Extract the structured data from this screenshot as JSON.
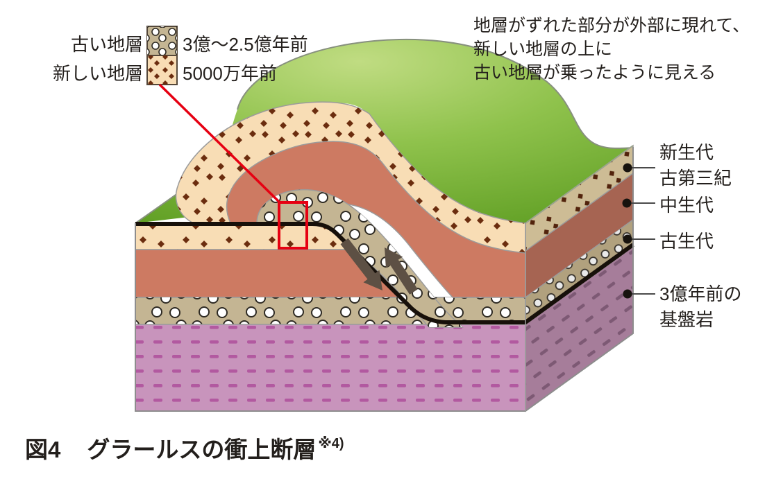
{
  "legend": {
    "old": {
      "label": "古い地層",
      "value": "3億〜2.5億年前"
    },
    "new": {
      "label": "新しい地層",
      "value": "5000万年前"
    }
  },
  "annotation": {
    "lines": [
      "地層がずれた部分が外部に現れて、",
      "新しい地層の上に",
      "古い地層が乗ったように見える"
    ]
  },
  "layer_labels": {
    "cenozoic": {
      "line1": "新生代",
      "line2": "古第三紀"
    },
    "mesozoic": "中生代",
    "paleozoic": "古生代",
    "basement": {
      "line1": "3億年前の",
      "line2": "基盤岩"
    }
  },
  "caption": {
    "figure_no": "図4",
    "title": "グラールスの衝上断層",
    "reference": "※4)"
  },
  "colors": {
    "highlight_red": "#e60012",
    "grass_green": "#8fc24c",
    "new_strata_cream": "#f8ddb5",
    "new_strata_diamond": "#6b2d0f",
    "old_strata_khaki": "#c4b593",
    "mesozoic_red": "#cd7a62",
    "basement_purple": "#c894bc",
    "side_cream": "#cdbc95",
    "side_red": "#a66452",
    "side_khaki": "#b1a17e",
    "side_purple": "#a67d9a",
    "fault_black": "#17100a",
    "arrow_gray": "#5d5044",
    "text_black": "#231f1c"
  }
}
